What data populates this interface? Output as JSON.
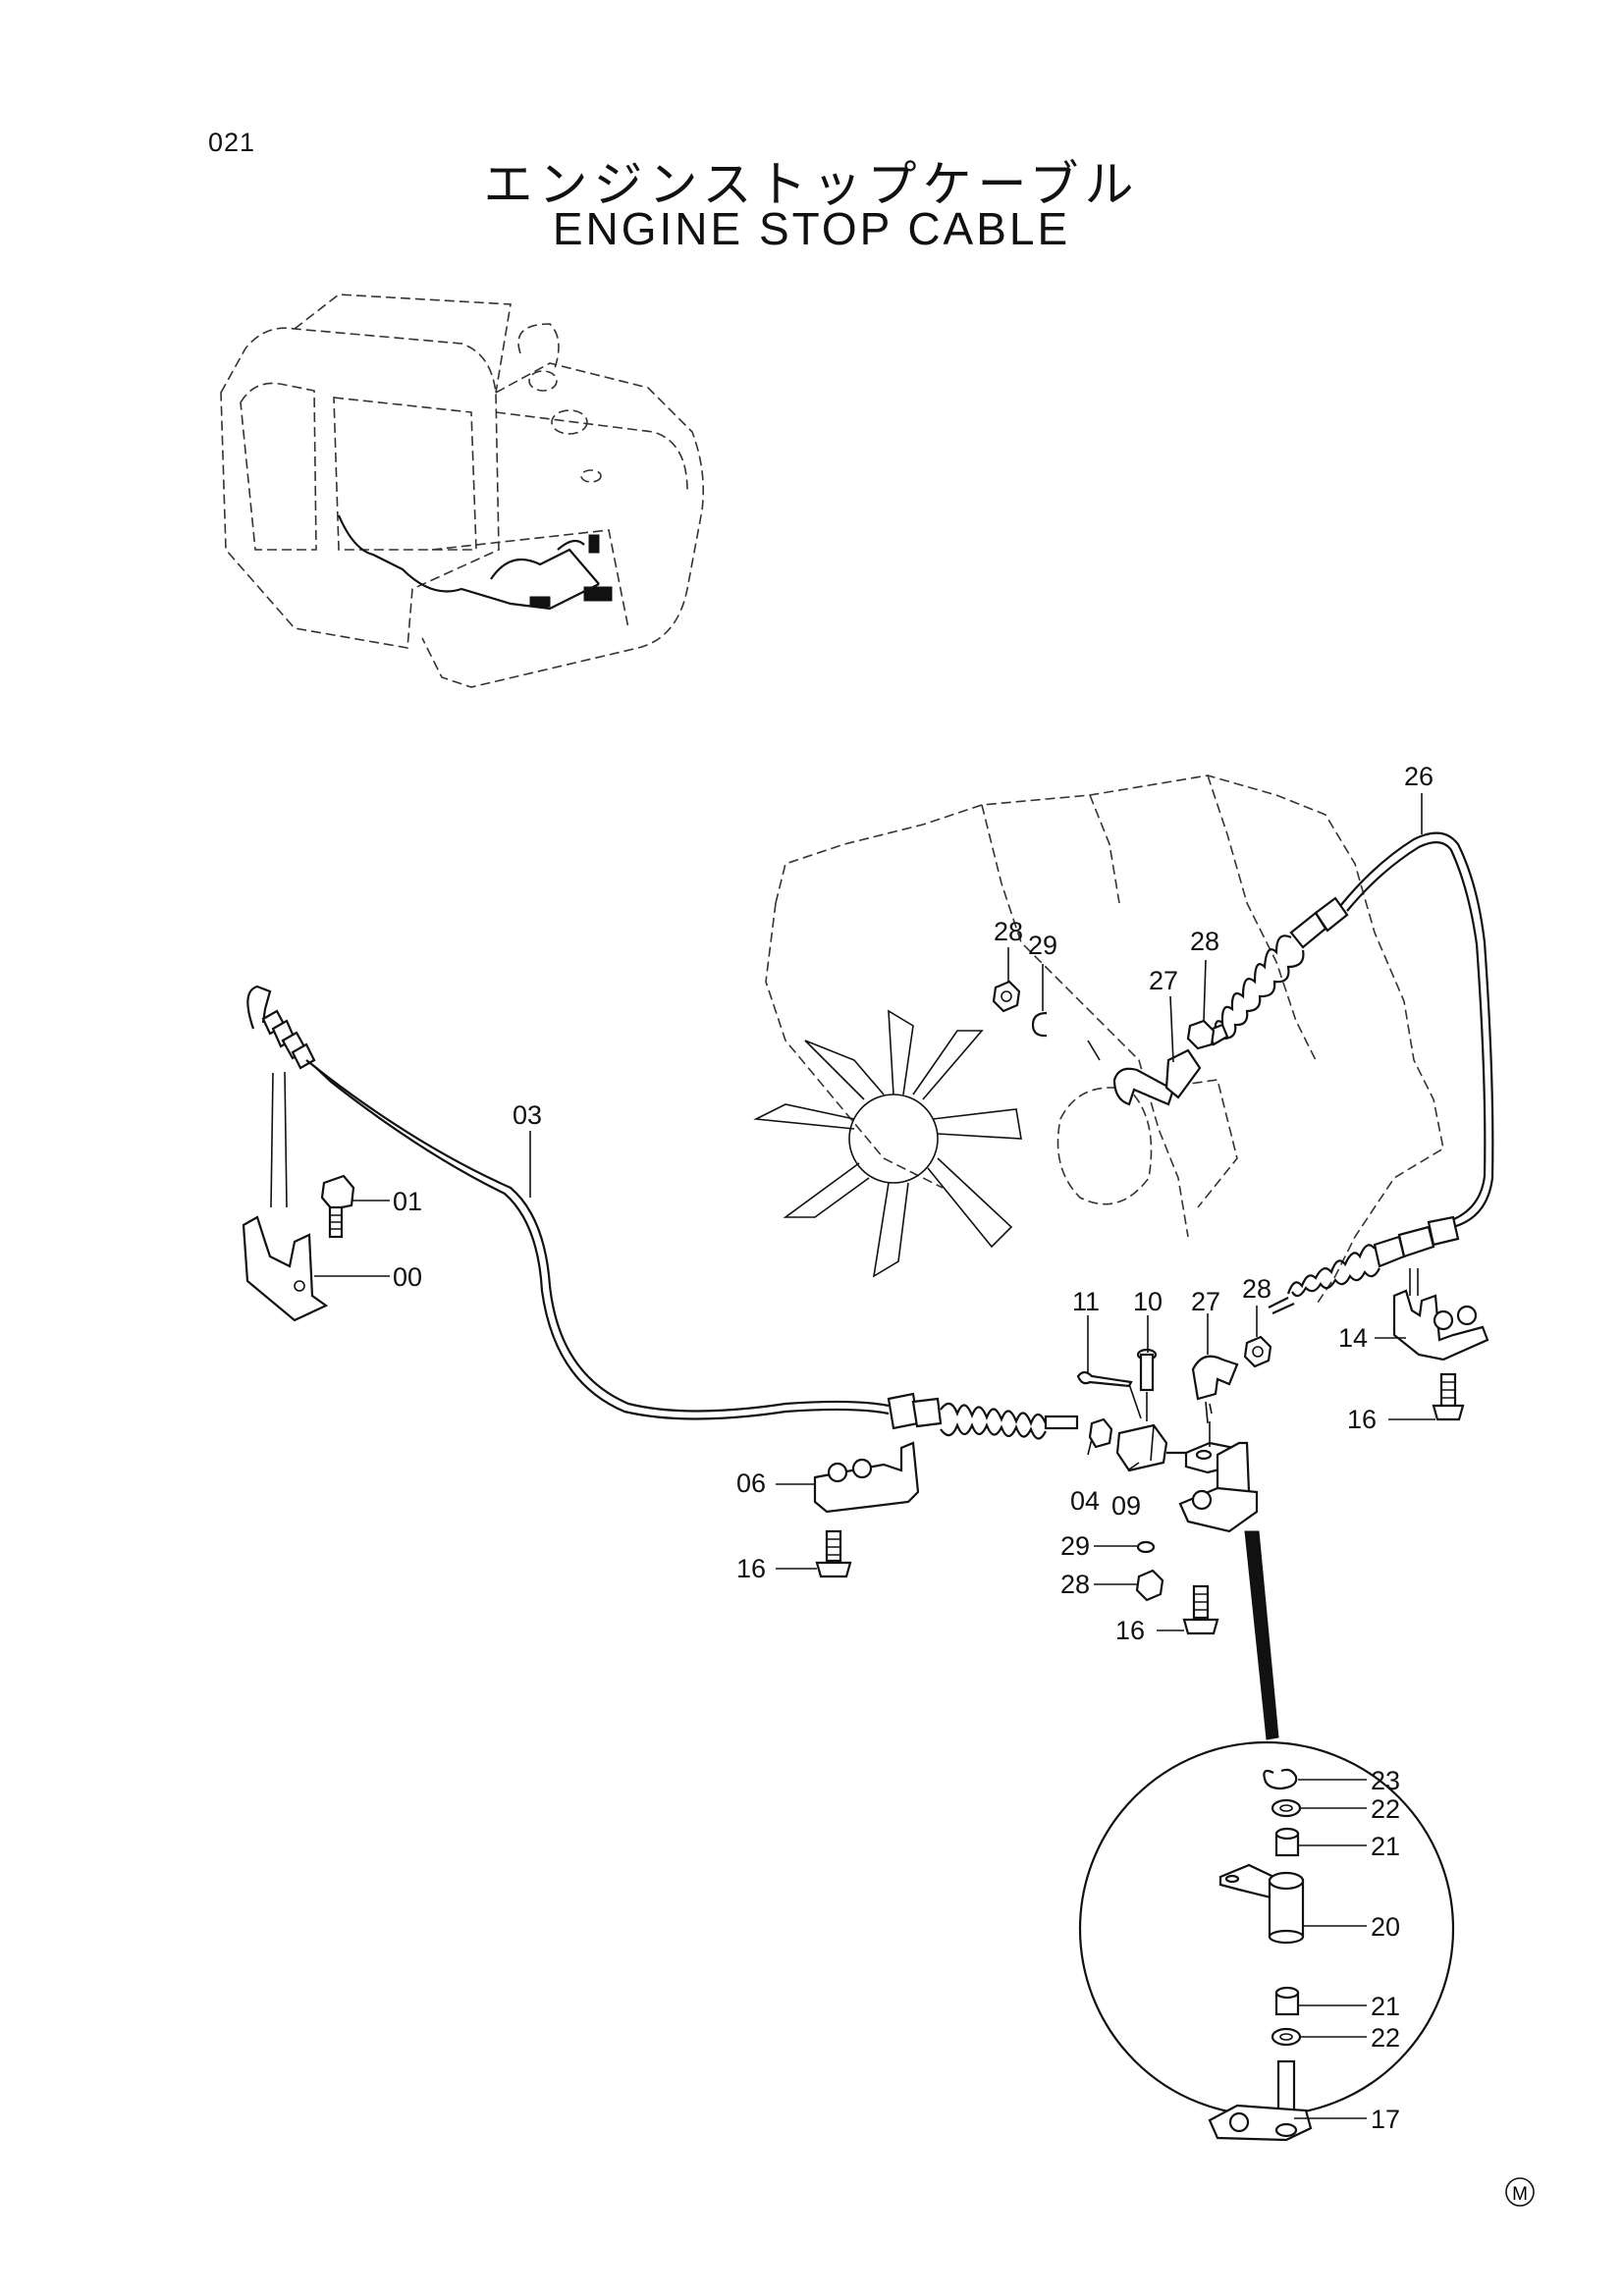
{
  "page": {
    "number": "021"
  },
  "title": {
    "japanese": "エンジンストップケーブル",
    "english": "ENGINE STOP CABLE"
  },
  "labels": {
    "p00": "00",
    "p01": "01",
    "p03": "03",
    "p04": "04",
    "p06": "06",
    "p09": "09",
    "p10": "10",
    "p11": "11",
    "p14": "14",
    "p16a": "16",
    "p16b": "16",
    "p16c": "16",
    "p17": "17",
    "p20": "20",
    "p21a": "21",
    "p21b": "21",
    "p22a": "22",
    "p22b": "22",
    "p23": "23",
    "p26": "26",
    "p27a": "27",
    "p27b": "27",
    "p28a": "28",
    "p28b": "28",
    "p28c": "28",
    "p28d": "28",
    "p29a": "29",
    "p29b": "29"
  },
  "mark": "M"
}
